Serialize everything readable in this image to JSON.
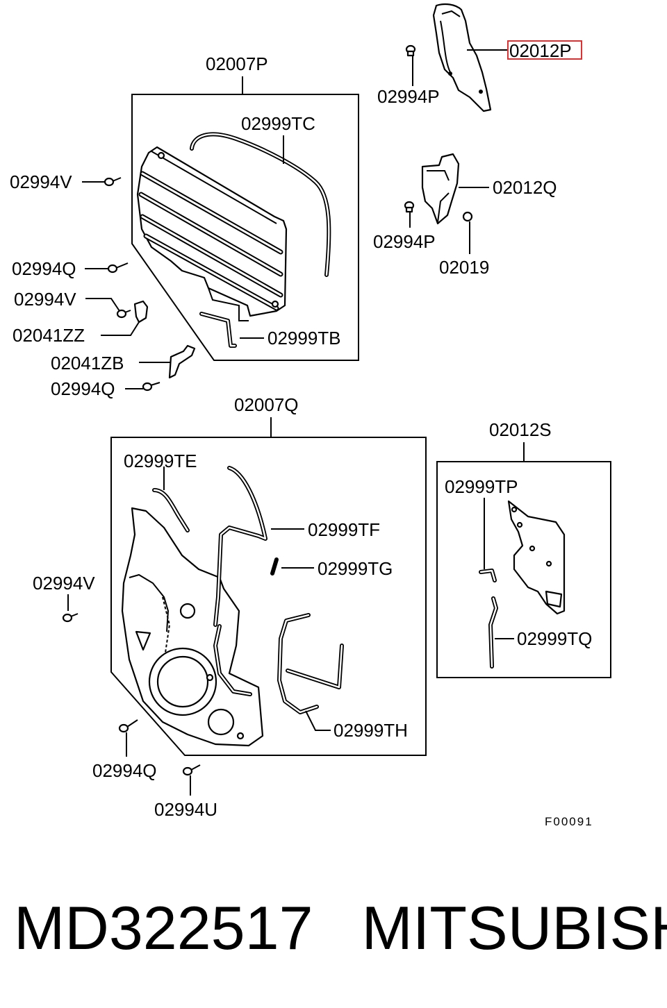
{
  "labels": {
    "p02012P": "02012P",
    "p02994P_top": "02994P",
    "p02007P": "02007P",
    "p02999TC": "02999TC",
    "p02994V_1": "02994V",
    "p02012Q": "02012Q",
    "p02994P_mid": "02994P",
    "p02019": "02019",
    "p02994Q_1": "02994Q",
    "p02994V_2": "02994V",
    "p02041ZZ": "02041ZZ",
    "p02999TB": "02999TB",
    "p02041ZB": "02041ZB",
    "p02994Q_2": "02994Q",
    "p02007Q": "02007Q",
    "p02012S": "02012S",
    "p02999TE": "02999TE",
    "p02999TP": "02999TP",
    "p02999TF": "02999TF",
    "p02999TG": "02999TG",
    "p02994V_3": "02994V",
    "p02999TQ": "02999TQ",
    "p02999TH": "02999TH",
    "p02994Q_3": "02994Q",
    "p02994U": "02994U"
  },
  "figure_ref": "F00091",
  "footer": {
    "part_number": "MD322517",
    "brand": "MITSUBISHI"
  },
  "highlight_color": "#e03030"
}
